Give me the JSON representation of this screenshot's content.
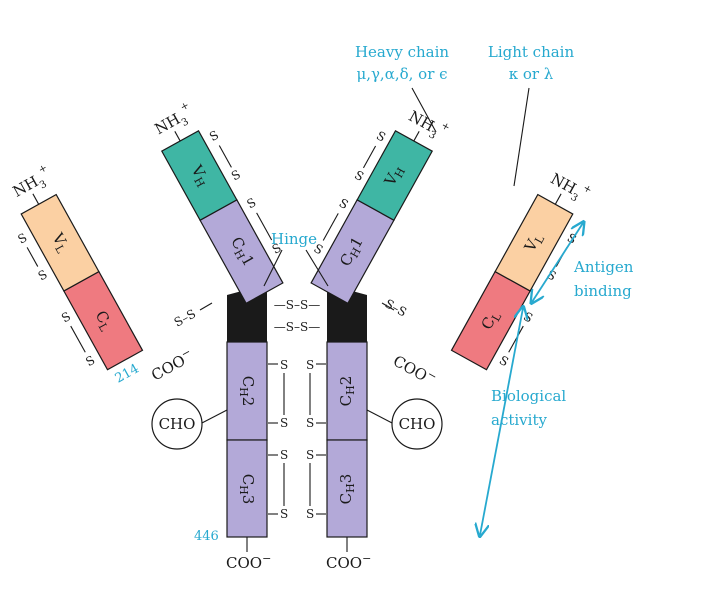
{
  "colors": {
    "variable_heavy": "#3fb6a4",
    "constant_heavy": "#b3a9d8",
    "variable_light": "#fbd0a3",
    "constant_light": "#ef7a80",
    "hinge": "#1a1a1a",
    "accent": "#27a9cf"
  },
  "labels": {
    "heavy_chain_title": "Heavy chain",
    "heavy_chain_classes": "μ,γ,α,δ, or ϵ",
    "light_chain_title": "Light chain",
    "light_chain_classes": "κ or λ",
    "hinge": "Hinge",
    "antigen_line1": "Antigen",
    "antigen_line2": "binding",
    "bio_line1": "Biological",
    "bio_line2": "activity",
    "nh3": "NH",
    "nh3_sub": "3",
    "nh3_sup": "+",
    "coo": "COO",
    "coo_sup": "−",
    "cho": "CHO",
    "s": "S",
    "ss": "S–S",
    "residue_light": "214",
    "residue_heavy": "446"
  },
  "domains": {
    "VH_main": "V",
    "VH_sub": "H",
    "CH1_main": "C",
    "CH1_sub": "H",
    "CH1_num": "1",
    "CH2_main": "C",
    "CH2_sub": "H",
    "CH2_num": "2",
    "CH3_main": "C",
    "CH3_sub": "H",
    "CH3_num": "3",
    "VL_main": "V",
    "VL_sub": "L",
    "CL_main": "C",
    "CL_sub": "L"
  }
}
